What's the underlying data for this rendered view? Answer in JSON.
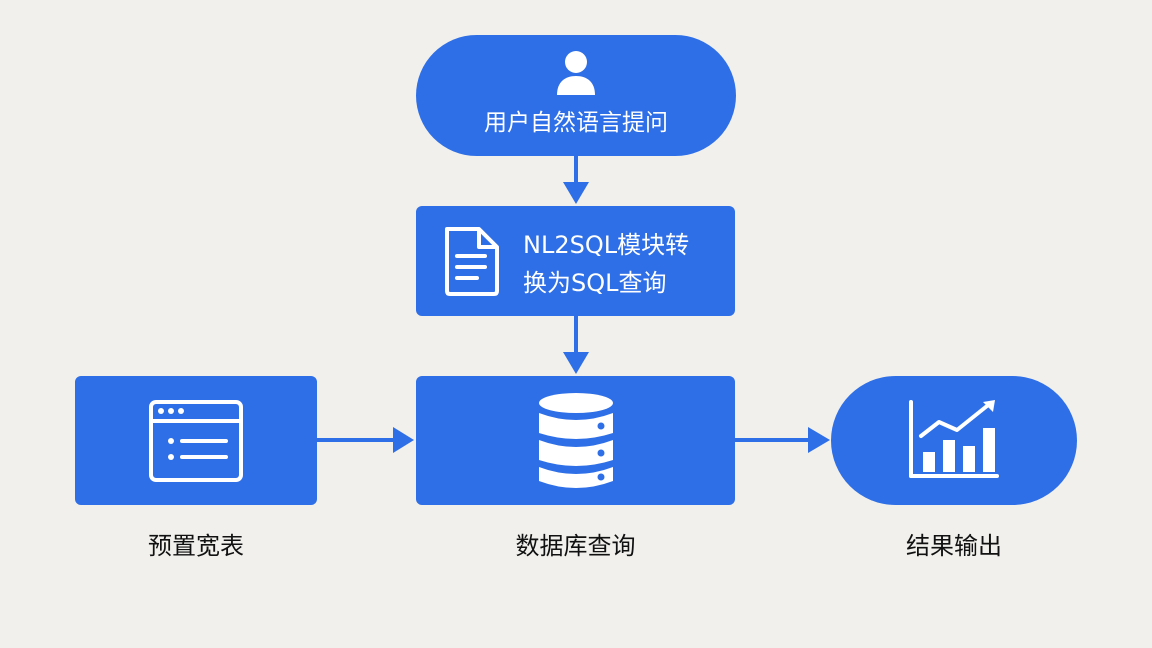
{
  "nodes": {
    "user_question": {
      "label": "用户自然语言提问",
      "icon": "user-icon"
    },
    "nl2sql": {
      "label_line1": "NL2SQL模块转",
      "label_line2": "换为SQL查询",
      "icon": "document-icon"
    },
    "wide_table": {
      "icon": "window-list-icon"
    },
    "database": {
      "icon": "database-icon"
    },
    "result": {
      "icon": "bar-chart-growth-icon"
    }
  },
  "captions": {
    "wide_table": "预置宽表",
    "database": "数据库查询",
    "result": "结果输出"
  },
  "colors": {
    "background": "#f1f0ec",
    "node_fill": "#2e6fe7",
    "connector": "#2e6fe7",
    "icon": "#ffffff",
    "caption_text": "#111111"
  }
}
